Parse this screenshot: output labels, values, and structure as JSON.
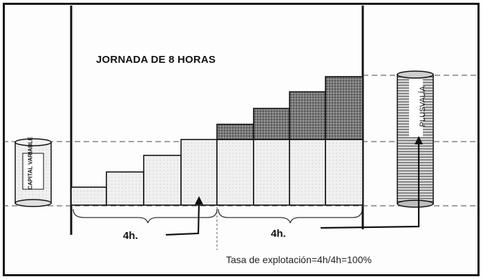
{
  "diagram": {
    "title": "JORNADA DE 8 HORAS",
    "left_cylinder_label": "CAPITAL VARIABLE",
    "right_cylinder_label": "PLUSVALÍA",
    "first_half_label": "4h.",
    "second_half_label": "4h.",
    "rate_text": "Tasa de explotación=4h/4h=100%",
    "colors": {
      "ink": "#111111",
      "paper": "#fdfdfd",
      "surplus_shading": "#8a8a8a",
      "wage_shading": "#e6e6e6"
    }
  }
}
